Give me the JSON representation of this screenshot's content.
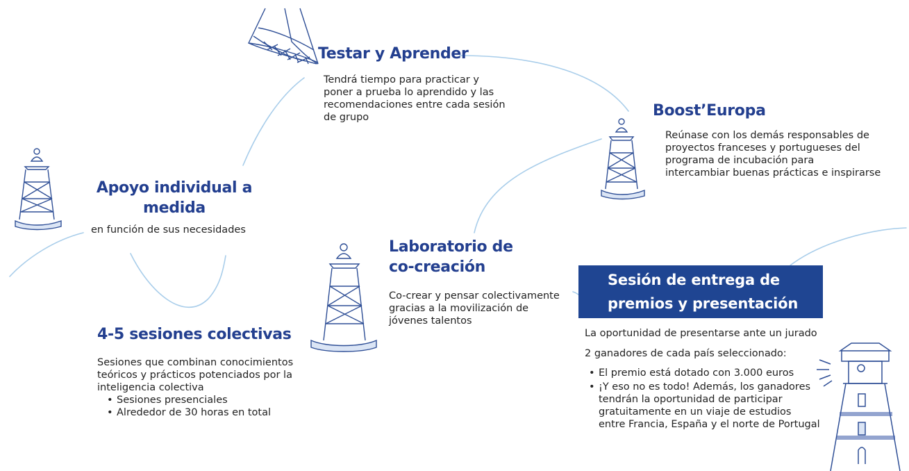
{
  "colors": {
    "heading": "#233f8f",
    "box": "#1f4592",
    "line": "#a8cdea",
    "icon": "#2f4f96"
  },
  "icons": [
    "fishing-net-icon",
    "buoy-tower-icon",
    "lighthouse-icon"
  ],
  "testar": {
    "title": "Testar y Aprender",
    "lines": [
      "Tendrá tiempo para practicar y",
      "poner a prueba lo aprendido y las",
      "recomendaciones entre cada sesión",
      "de grupo"
    ]
  },
  "boost": {
    "title": "Boost’Europa",
    "lines": [
      "Reúnase con los demás responsables de",
      "proyectos franceses y portugueses del",
      "programa de incubación para",
      "intercambiar buenas prácticas e inspirarse"
    ]
  },
  "apoyo": {
    "title_line1": "Apoyo individual a",
    "title_line2": "medida",
    "subtitle": "en función de sus necesidades"
  },
  "laboratorio": {
    "title_line1": "Laboratorio de",
    "title_line2": "co-creación",
    "lines": [
      "Co-crear y pensar colectivamente",
      "gracias a la movilización de",
      "jóvenes talentos"
    ]
  },
  "sesiones": {
    "title": "4-5 sesiones colectivas",
    "lines": [
      "Sesiones que combinan conocimientos",
      "teóricos y prácticos potenciados por la",
      "inteligencia colectiva"
    ],
    "bullets": [
      "Sesiones presenciales",
      "Alrededor de 30 horas en total"
    ]
  },
  "entrega": {
    "title_line1": "Sesión de entrega de",
    "title_line2": "premios y presentación",
    "intro": "La oportunidad de presentarse ante un jurado",
    "winners": "2 ganadores de cada país seleccionado:",
    "bullet1": "El premio está dotado con 3.000 euros",
    "bullet2_lines": [
      "¡Y eso no es todo! Además, los ganadores",
      "tendrán la oportunidad de participar",
      "gratuitamente en un viaje de estudios",
      "entre Francia, España y el norte de Portugal"
    ]
  }
}
